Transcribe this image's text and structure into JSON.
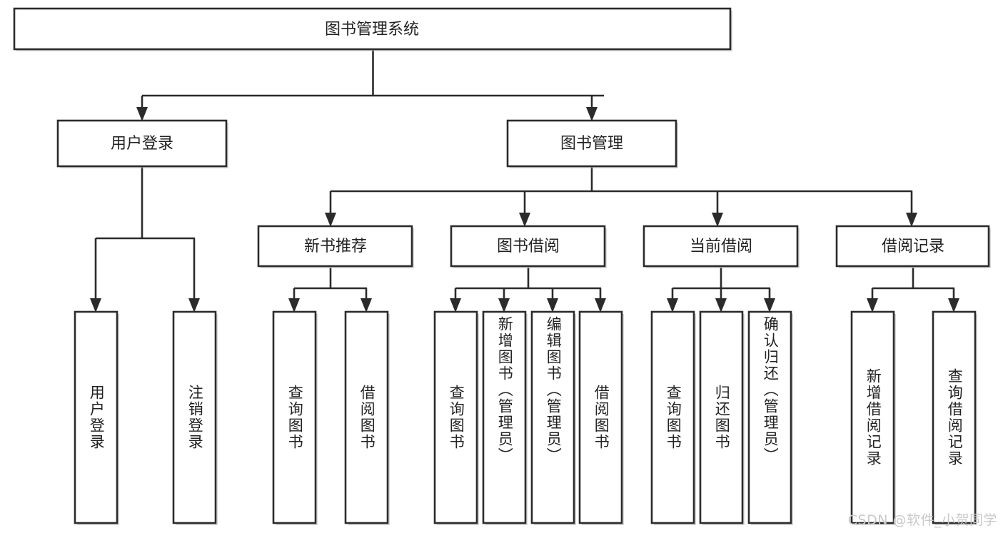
{
  "diagram": {
    "title": "图书管理系统",
    "type": "tree-hierarchy-chart",
    "orientation": "top-down",
    "colors": {
      "stroke": "#2b2b2b",
      "fill": "#ffffff",
      "text": "#222222",
      "shadow": "#b9b9b9",
      "watermark": "#c9c9c9"
    }
  },
  "root": {
    "id": "root",
    "label": "图书管理系统"
  },
  "level2": [
    {
      "id": "user-login",
      "label": "用户登录"
    },
    {
      "id": "book-management",
      "label": "图书管理"
    }
  ],
  "level3": [
    {
      "id": "new-book-recommend",
      "label": "新书推荐"
    },
    {
      "id": "book-borrow",
      "label": "图书借阅"
    },
    {
      "id": "current-borrow",
      "label": "当前借阅"
    },
    {
      "id": "borrow-record",
      "label": "借阅记录"
    }
  ],
  "leaves": {
    "user_login": [
      {
        "id": "leaf-user-login",
        "label": "用户登录"
      },
      {
        "id": "leaf-logout-login",
        "label": "注销登录"
      }
    ],
    "new_book_recommend": [
      {
        "id": "leaf-query-book-1",
        "label": "查询图书"
      },
      {
        "id": "leaf-borrow-book-1",
        "label": "借阅图书"
      }
    ],
    "book_borrow": [
      {
        "id": "leaf-query-book-2",
        "label": "查询图书"
      },
      {
        "id": "leaf-add-book",
        "label": "新增图书（管理员）"
      },
      {
        "id": "leaf-edit-book",
        "label": "编辑图书（管理员）"
      },
      {
        "id": "leaf-borrow-book-2",
        "label": "借阅图书"
      }
    ],
    "current_borrow": [
      {
        "id": "leaf-query-book-3",
        "label": "查询图书"
      },
      {
        "id": "leaf-return-book",
        "label": "归还图书"
      },
      {
        "id": "leaf-confirm-return",
        "label": "确认归还（管理员）"
      }
    ],
    "borrow_record": [
      {
        "id": "leaf-add-record",
        "label": "新增借阅记录"
      },
      {
        "id": "leaf-query-record",
        "label": "查询借阅记录"
      }
    ]
  },
  "watermark": {
    "text": "CSDN @软件_小贺同学"
  },
  "chart_data": {
    "type": "table",
    "title": "图书管理系统",
    "nodes": [
      {
        "level": 1,
        "label": "图书管理系统",
        "parent": null
      },
      {
        "level": 2,
        "label": "用户登录",
        "parent": "图书管理系统"
      },
      {
        "level": 2,
        "label": "图书管理",
        "parent": "图书管理系统"
      },
      {
        "level": 3,
        "label": "用户登录",
        "parent": "用户登录"
      },
      {
        "level": 3,
        "label": "注销登录",
        "parent": "用户登录"
      },
      {
        "level": 3,
        "label": "新书推荐",
        "parent": "图书管理"
      },
      {
        "level": 3,
        "label": "图书借阅",
        "parent": "图书管理"
      },
      {
        "level": 3,
        "label": "当前借阅",
        "parent": "图书管理"
      },
      {
        "level": 3,
        "label": "借阅记录",
        "parent": "图书管理"
      },
      {
        "level": 4,
        "label": "查询图书",
        "parent": "新书推荐"
      },
      {
        "level": 4,
        "label": "借阅图书",
        "parent": "新书推荐"
      },
      {
        "level": 4,
        "label": "查询图书",
        "parent": "图书借阅"
      },
      {
        "level": 4,
        "label": "新增图书（管理员）",
        "parent": "图书借阅"
      },
      {
        "level": 4,
        "label": "编辑图书（管理员）",
        "parent": "图书借阅"
      },
      {
        "level": 4,
        "label": "借阅图书",
        "parent": "图书借阅"
      },
      {
        "level": 4,
        "label": "查询图书",
        "parent": "当前借阅"
      },
      {
        "level": 4,
        "label": "归还图书",
        "parent": "当前借阅"
      },
      {
        "level": 4,
        "label": "确认归还（管理员）",
        "parent": "当前借阅"
      },
      {
        "level": 4,
        "label": "新增借阅记录",
        "parent": "借阅记录"
      },
      {
        "level": 4,
        "label": "查询借阅记录",
        "parent": "借阅记录"
      }
    ]
  }
}
